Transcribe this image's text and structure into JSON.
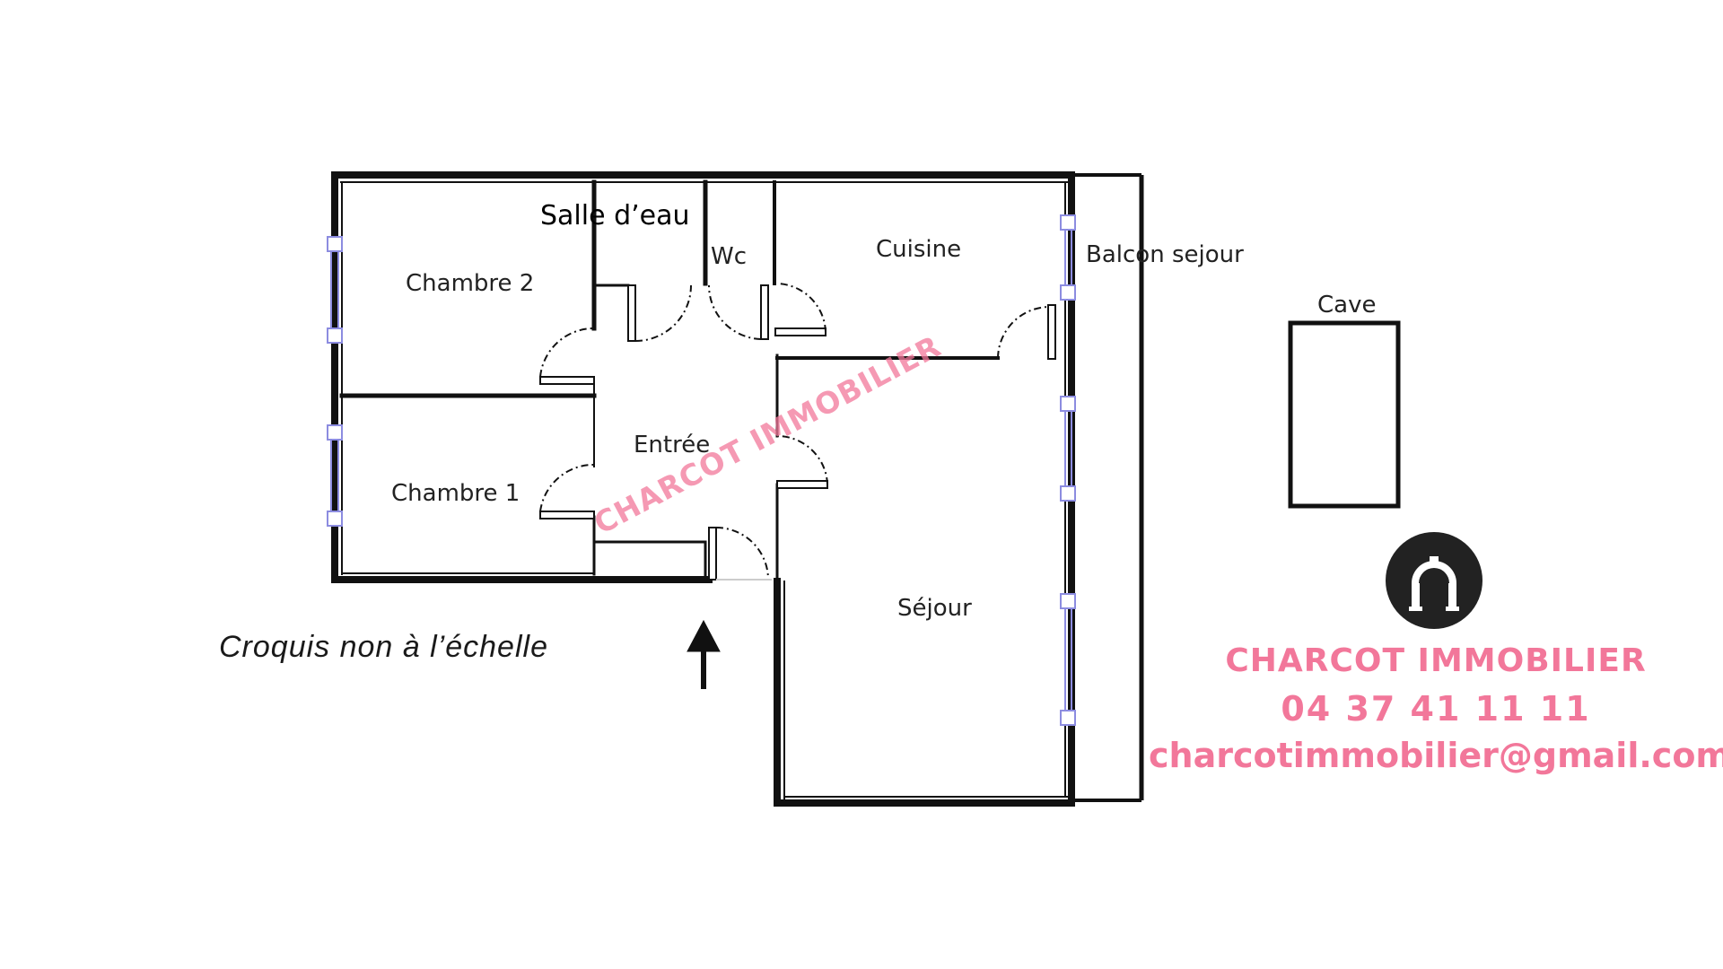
{
  "colors": {
    "brand": "#f2779a",
    "wall": "#111111",
    "window": "#8c8ce0",
    "logo_bg": "#222222"
  },
  "rooms": {
    "chambre_2": "Chambre 2",
    "chambre_1": "Chambre 1",
    "salle_deau": "Salle d’eau",
    "wc": "Wc",
    "cuisine": "Cuisine",
    "entree": "Entrée",
    "sejour": "Séjour",
    "balcon_sejour": "Balcon sejour",
    "cave": "Cave"
  },
  "watermark": "CHARCOT IMMOBILIER",
  "note": "Croquis non à l’échelle",
  "agency": {
    "name": "CHARCOT IMMOBILIER",
    "phone": "04 37 41 11 11",
    "email": "charcotimmobilier@gmail.com",
    "logo_icon": "arch-columns-icon"
  },
  "entrance_icon": "arrow-up-icon"
}
